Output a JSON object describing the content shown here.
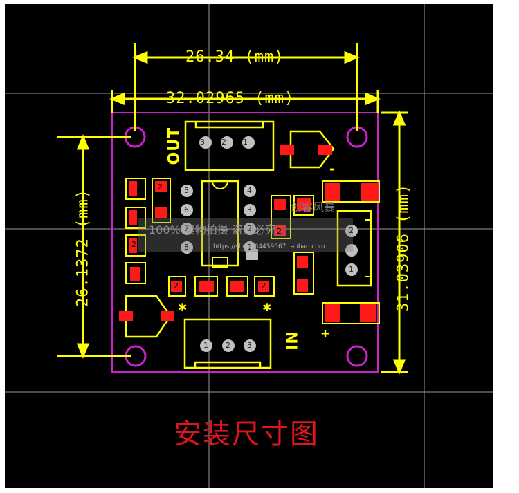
{
  "drawing": {
    "dim_top_outer": "26.34 (mm)",
    "dim_top_inner": "32.02965 (mm)",
    "dim_left": "26.1372 (mm)",
    "dim_right": "31.03906 (mm)",
    "caption": "安装尺寸图"
  },
  "board": {
    "out_label": "OUT",
    "in_label": "IN",
    "out_pins": [
      "3",
      "2",
      "1"
    ],
    "in_pins": [
      "1",
      "2",
      "3"
    ],
    "ic_left_pins": [
      "5",
      "6",
      "7",
      "8"
    ],
    "ic_right_pins": [
      "4",
      "3",
      "2",
      "1"
    ],
    "minus_label": "-",
    "plus_label": "+",
    "right_connector_pins": [
      "2",
      "1"
    ],
    "smd_digits": [
      "2",
      "2",
      "2",
      "2",
      "2"
    ]
  },
  "watermark": {
    "brand": "创客风暴",
    "claim": "100% 实物拍摄 盗图必究",
    "url": "https://shop464459567.taobao.com"
  },
  "colors": {
    "background": "#000000",
    "outline": "#cc22cc",
    "silkscreen": "#ffff00",
    "pad": "#ff1a1a",
    "through_hole": "#c0c0c0",
    "grid": "#9a9a9a",
    "caption": "#e0141c"
  }
}
